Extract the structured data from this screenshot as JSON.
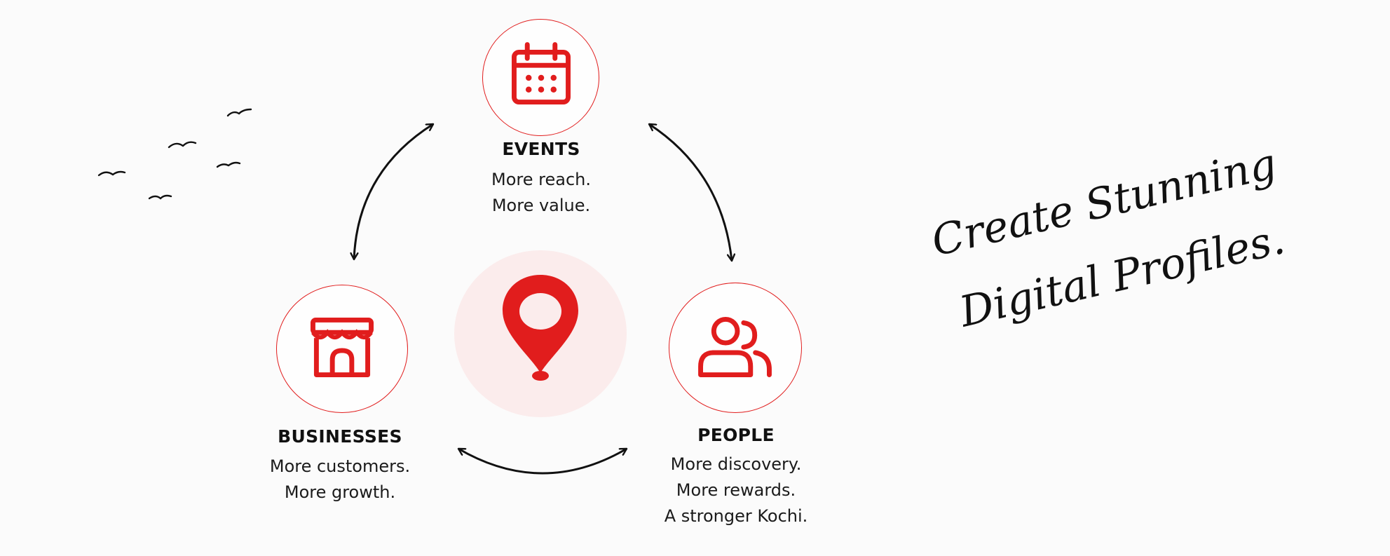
{
  "nodes": {
    "events": {
      "title": "EVENTS",
      "lines": [
        "More reach.",
        "More value."
      ]
    },
    "businesses": {
      "title": "BUSINESSES",
      "lines": [
        "More customers.",
        "More growth."
      ]
    },
    "people": {
      "title": "PEOPLE",
      "lines": [
        "More discovery.",
        "More rewards.",
        "A stronger Kochi."
      ]
    }
  },
  "tagline": {
    "line1": "Create Stunning",
    "line2": "Digital Profiles."
  },
  "icons": {
    "events": "calendar-icon",
    "businesses": "storefront-icon",
    "people": "users-icon",
    "hub": "map-pin-icon",
    "decoration": "birds-icon"
  },
  "colors": {
    "accent": "#e11d1d",
    "hub_bg": "#fbecec",
    "text": "#151515"
  }
}
